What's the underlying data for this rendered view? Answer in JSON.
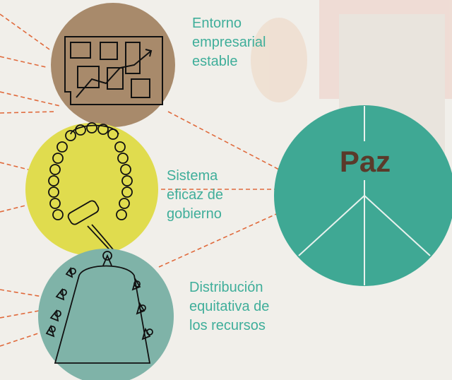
{
  "colors": {
    "background": "#f1efea",
    "business_circle": "#a88a6b",
    "government_circle": "#e0dc4e",
    "distribution_circle": "#7fb3a8",
    "peace_circle": "#3fa894",
    "label_text": "#3fae9a",
    "peace_text": "#5a3a2a",
    "connector_lines": "#e06a3c"
  },
  "nodes": {
    "business": {
      "lines": [
        "Entorno",
        "empresarial",
        "estable"
      ],
      "icon": "line-chart-icon"
    },
    "government": {
      "lines": [
        "Sistema",
        "eficaz de",
        "gobierno"
      ],
      "icon": "judge-wig-gavel-icon"
    },
    "distribution": {
      "lines": [
        "Distribución",
        "equitativa de",
        "los recursos"
      ],
      "icon": "shared-cake-icon"
    },
    "peace": {
      "title": "Paz",
      "icon": "peace-symbol-icon"
    }
  }
}
